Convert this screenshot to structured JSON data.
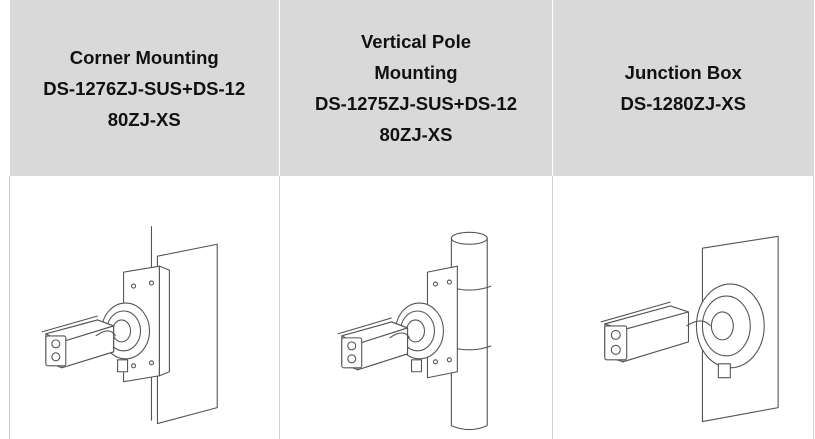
{
  "columns": [
    {
      "header_lines": [
        "Corner Mounting",
        "DS-1276ZJ-SUS+DS-12",
        "80ZJ-XS"
      ],
      "illustration": "corner-mount-camera-illustration"
    },
    {
      "header_lines": [
        "Vertical Pole",
        "Mounting",
        "DS-1275ZJ-SUS+DS-12",
        "80ZJ-XS"
      ],
      "illustration": "pole-mount-camera-illustration"
    },
    {
      "header_lines": [
        "Junction Box",
        "DS-1280ZJ-XS"
      ],
      "illustration": "junction-box-camera-illustration"
    }
  ],
  "colors": {
    "header_background": "#d9d9d9",
    "line_art": "#555555",
    "cell_border": "#cfcfcf"
  }
}
